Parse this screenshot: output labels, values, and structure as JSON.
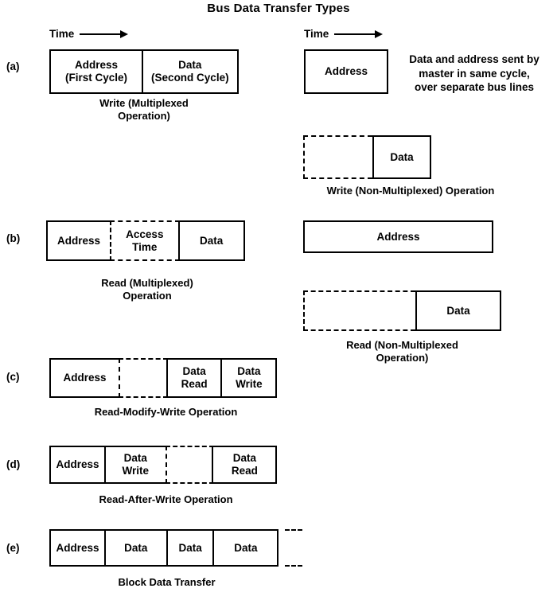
{
  "title": "Bus Data Transfer Types",
  "time_axis_label": "Time",
  "rows": {
    "a": {
      "label": "(a)",
      "left": {
        "cells": [
          {
            "lines": [
              "Address",
              "(First Cycle)"
            ],
            "style": "solid"
          },
          {
            "lines": [
              "Data",
              "(Second Cycle)"
            ],
            "style": "solid"
          }
        ],
        "caption": [
          "Write (Multiplexed",
          "Operation)"
        ]
      },
      "right": {
        "cells": [
          {
            "lines": [
              "Address"
            ],
            "style": "solid"
          }
        ],
        "note": [
          "Data and address sent by",
          "master in same cycle,",
          "over separate bus lines"
        ]
      },
      "right_second": {
        "cells": [
          {
            "lines": [
              ""
            ],
            "style": "dashed-no-right"
          },
          {
            "lines": [
              "Data"
            ],
            "style": "solid"
          }
        ],
        "caption": [
          "Write (Non-Multiplexed) Operation"
        ]
      }
    },
    "b": {
      "label": "(b)",
      "left": {
        "cells": [
          {
            "lines": [
              "Address"
            ],
            "style": "solid"
          },
          {
            "lines": [
              "Access",
              "Time"
            ],
            "style": "dashed"
          },
          {
            "lines": [
              "Data"
            ],
            "style": "solid"
          }
        ],
        "caption": [
          "Read (Multiplexed)",
          "Operation"
        ]
      },
      "right": {
        "cells": [
          {
            "lines": [
              "Address"
            ],
            "style": "solid"
          }
        ]
      },
      "right_second": {
        "cells": [
          {
            "lines": [
              ""
            ],
            "style": "dashed-no-right"
          },
          {
            "lines": [
              "Data"
            ],
            "style": "solid"
          }
        ],
        "caption": [
          "Read (Non-Multiplexed",
          "Operation)"
        ]
      }
    },
    "c": {
      "label": "(c)",
      "left": {
        "cells": [
          {
            "lines": [
              "Address"
            ],
            "style": "solid"
          },
          {
            "lines": [
              ""
            ],
            "style": "dashed"
          },
          {
            "lines": [
              "Data",
              "Read"
            ],
            "style": "solid"
          },
          {
            "lines": [
              "Data",
              "Write"
            ],
            "style": "solid"
          }
        ],
        "caption": [
          "Read-Modify-Write Operation"
        ]
      }
    },
    "d": {
      "label": "(d)",
      "left": {
        "cells": [
          {
            "lines": [
              "Address"
            ],
            "style": "solid"
          },
          {
            "lines": [
              "Data",
              "Write"
            ],
            "style": "solid"
          },
          {
            "lines": [
              ""
            ],
            "style": "dashed"
          },
          {
            "lines": [
              "Data",
              "Read"
            ],
            "style": "solid"
          }
        ],
        "caption": [
          "Read-After-Write Operation"
        ]
      }
    },
    "e": {
      "label": "(e)",
      "left": {
        "cells": [
          {
            "lines": [
              "Address"
            ],
            "style": "solid"
          },
          {
            "lines": [
              "Data"
            ],
            "style": "solid"
          },
          {
            "lines": [
              "Data"
            ],
            "style": "solid"
          },
          {
            "lines": [
              "Data"
            ],
            "style": "solid"
          }
        ],
        "caption": [
          "Block Data Transfer"
        ],
        "continues": true
      }
    }
  }
}
